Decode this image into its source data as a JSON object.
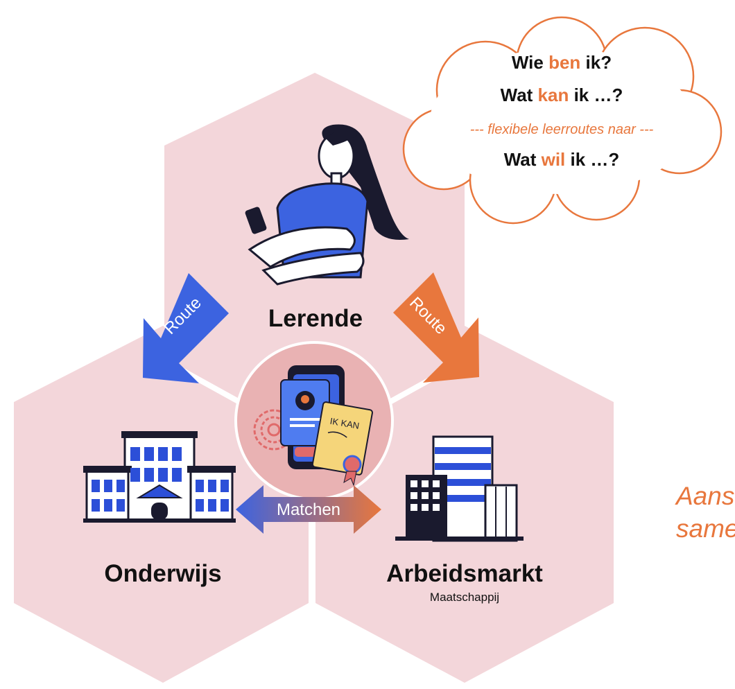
{
  "hexagons": {
    "top_label": "Lerende",
    "left_label": "Onderwijs",
    "right_label": "Arbeidsmarkt",
    "right_sublabel": "Maatschappij"
  },
  "arrows": {
    "left_route": "Route",
    "right_route": "Route",
    "match": "Matchen"
  },
  "cloud": {
    "line1_pre": "Wie ",
    "line1_accent": "ben",
    "line1_post": " ik?",
    "line2_pre": "Wat ",
    "line2_accent": "kan",
    "line2_post": " ik …?",
    "subtitle": "--- flexibele leerroutes naar ---",
    "line3_pre": "Wat ",
    "line3_accent": "wil",
    "line3_post": " ik …?"
  },
  "center_badge": {
    "certificate_text": "IK KAN"
  },
  "side_note": {
    "line1": "Aanslu",
    "line2": "samen"
  },
  "colors": {
    "hex_fill": "#f3d6da",
    "accent_orange": "#e8773d",
    "accent_blue": "#3c63e0",
    "building_blue": "#2c4fd8",
    "dark": "#1a1a2e"
  }
}
